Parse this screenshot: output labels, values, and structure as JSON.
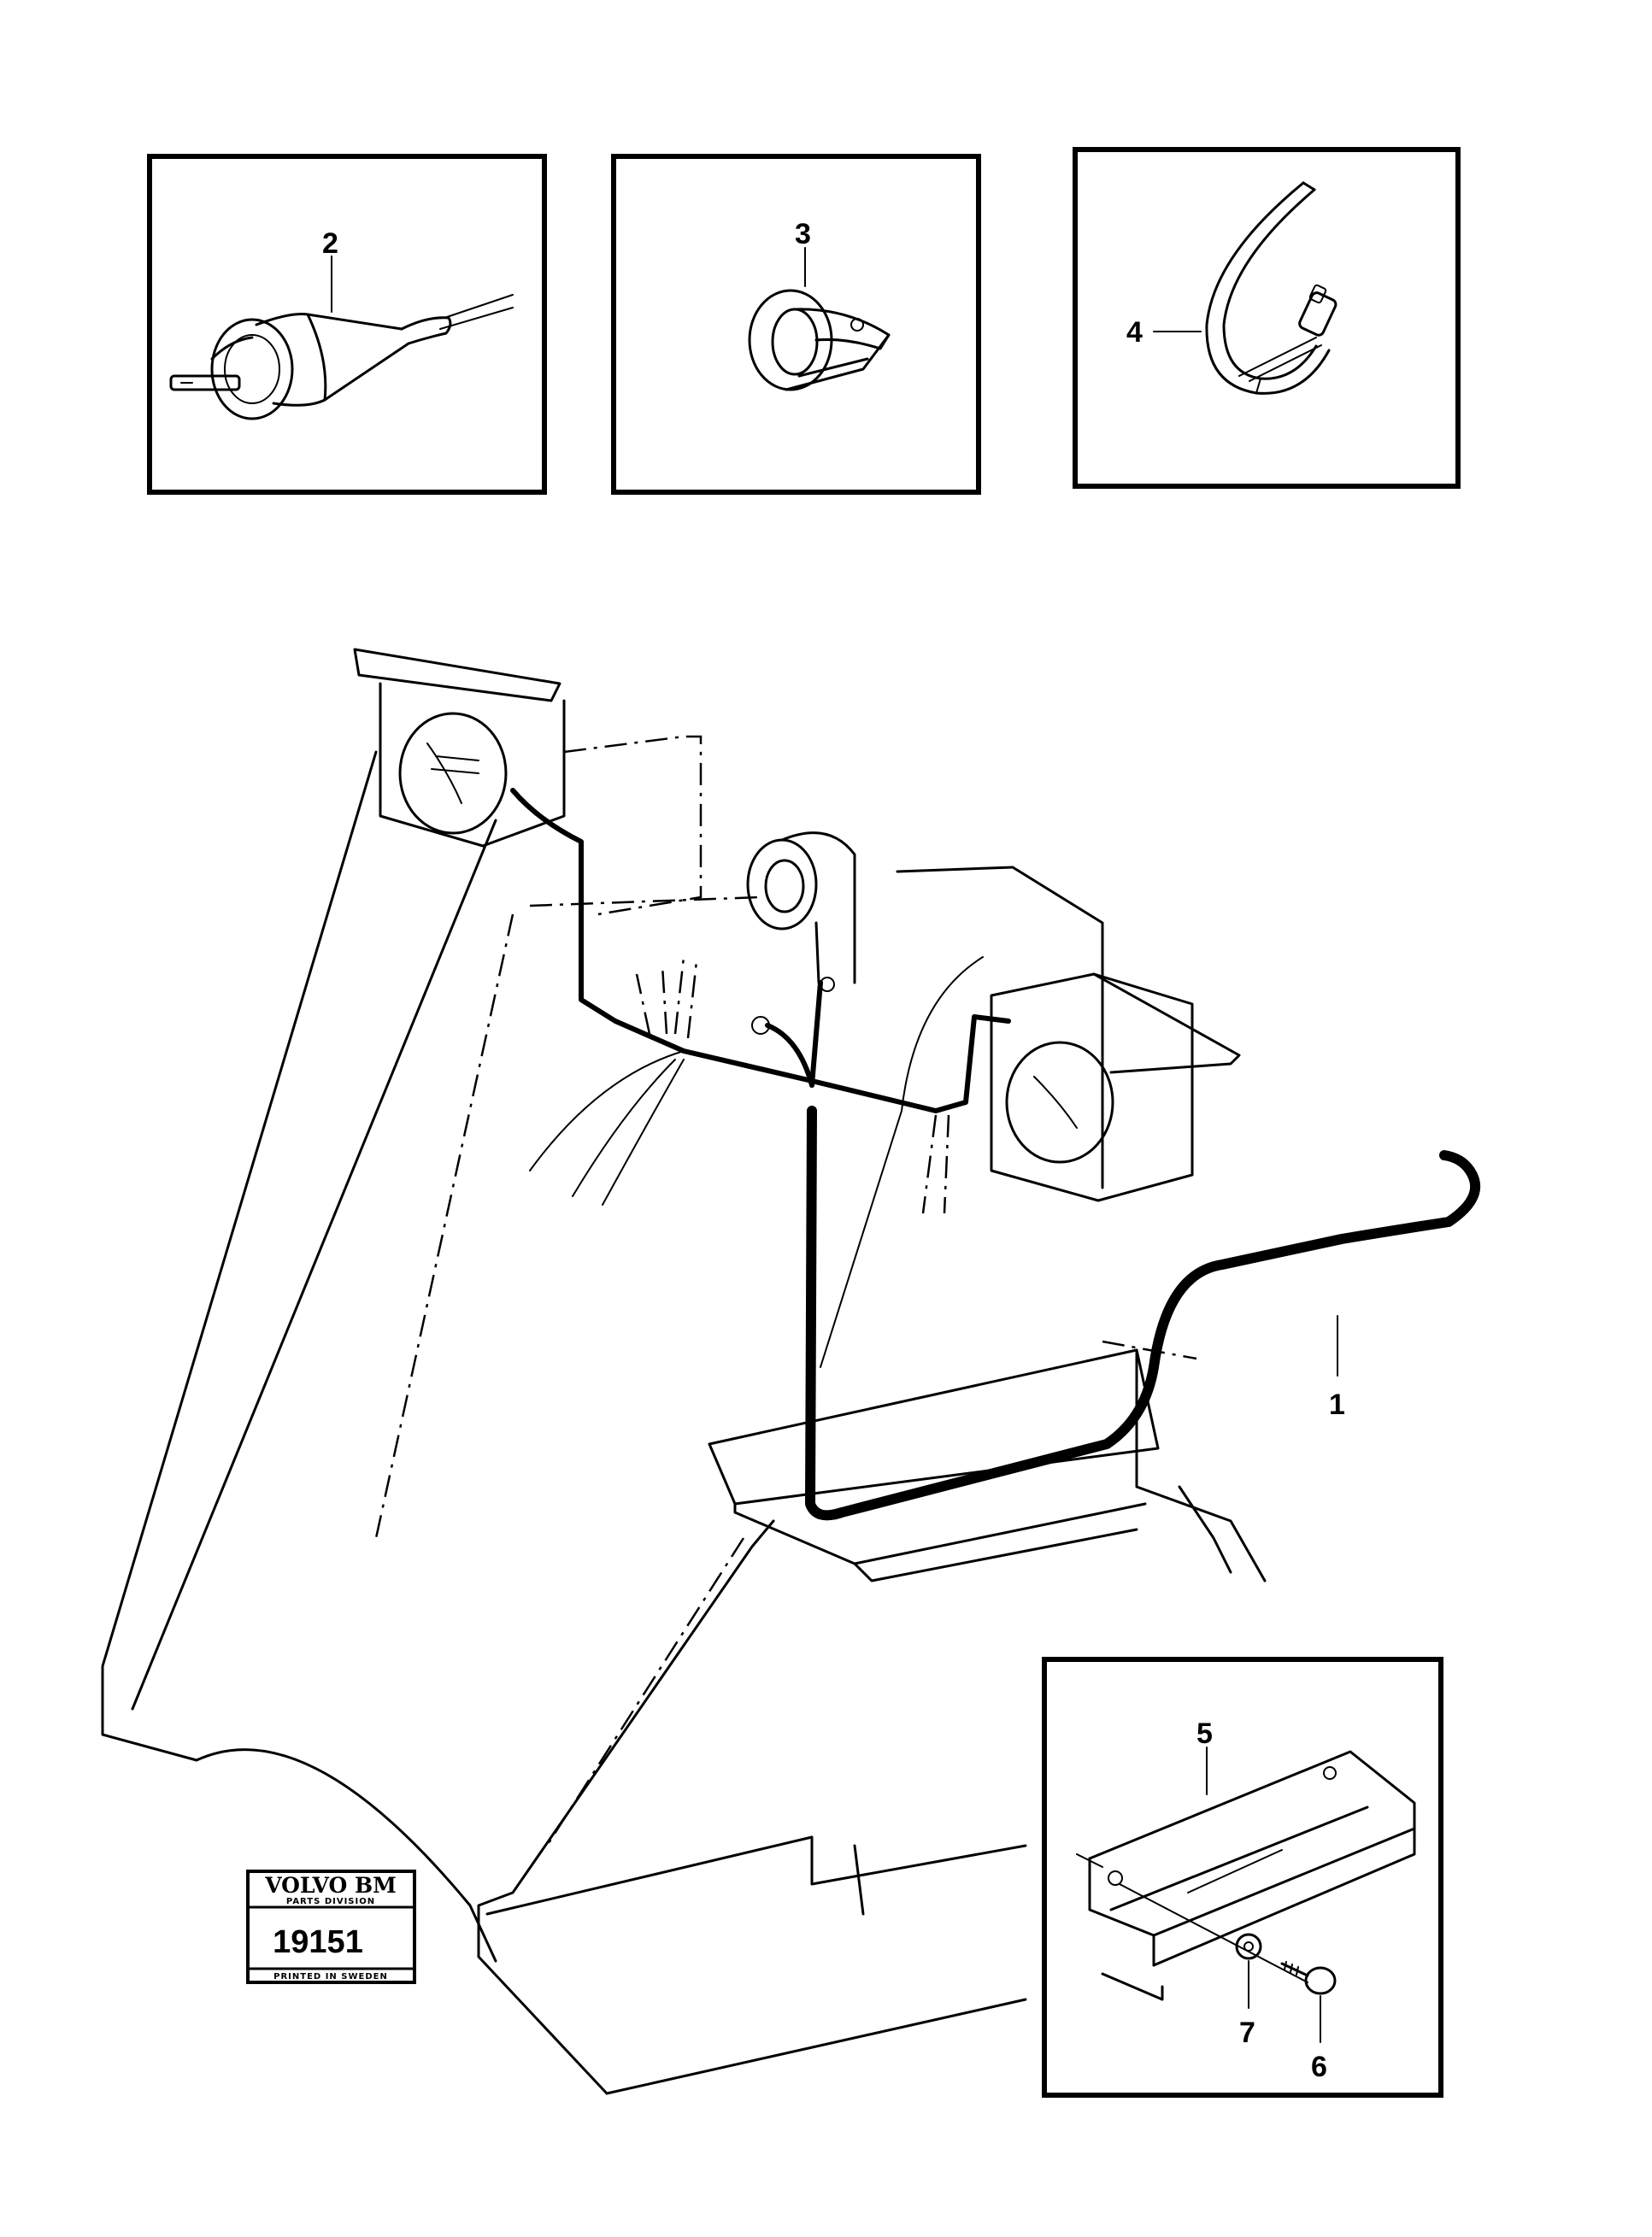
{
  "callouts": {
    "c1": "1",
    "c2": "2",
    "c3": "3",
    "c4": "4",
    "c5": "5",
    "c6": "6",
    "c7": "7"
  },
  "stamp": {
    "brand": "VOLVO BM",
    "division": "PARTS DIVISION",
    "number": "19151",
    "printed": "PRINTED IN SWEDEN"
  },
  "icons": {
    "detail_2": "cable-connector-icon",
    "detail_3": "cable-clip-icon",
    "detail_4": "hose-clamp-icon",
    "detail_5": "mounting-bracket-icon"
  }
}
